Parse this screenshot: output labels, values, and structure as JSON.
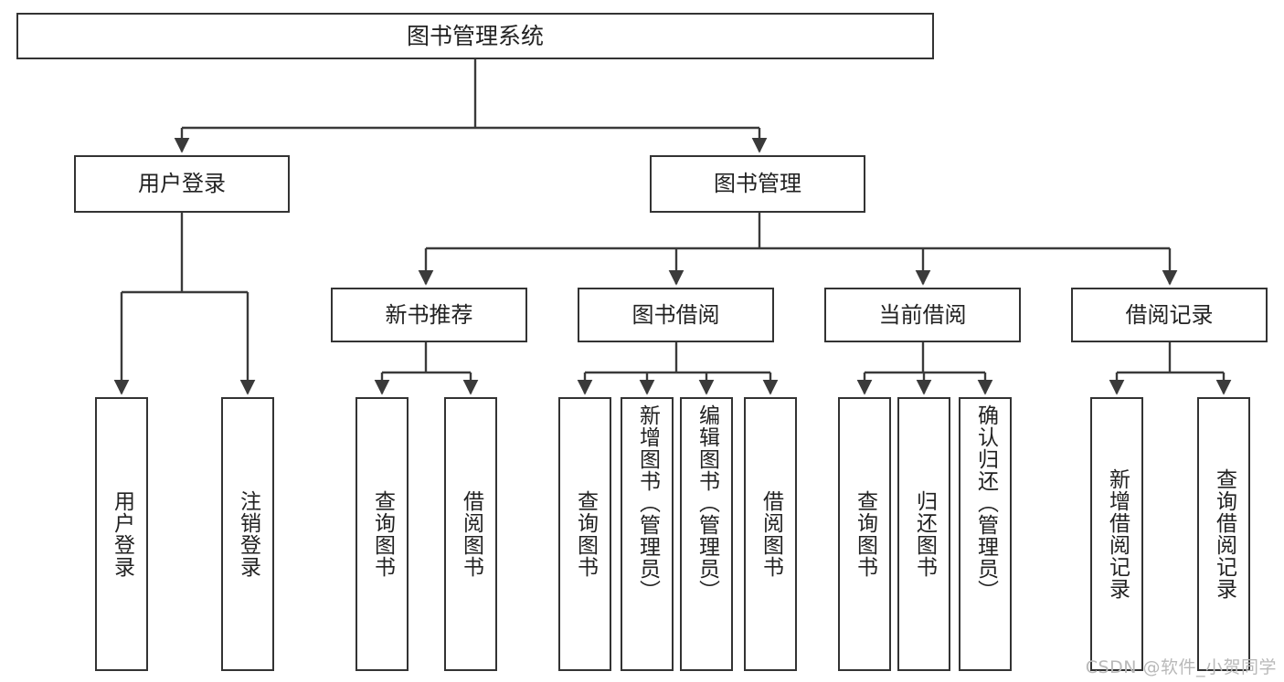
{
  "diagram": {
    "title": "图书管理系统",
    "watermark": "CSDN @软件_小贺同学",
    "line_color": "#3a3a3a",
    "box_border_color": "#333333",
    "background": "#ffffff",
    "nodes": {
      "root": {
        "label": "图书管理系统"
      },
      "level2": [
        {
          "id": "user-login",
          "label": "用户登录"
        },
        {
          "id": "book-manage",
          "label": "图书管理"
        }
      ],
      "level3": [
        {
          "id": "new-book-recommend",
          "label": "新书推荐"
        },
        {
          "id": "book-borrow",
          "label": "图书借阅"
        },
        {
          "id": "current-borrow",
          "label": "当前借阅"
        },
        {
          "id": "borrow-record",
          "label": "借阅记录"
        }
      ],
      "leaves": [
        {
          "id": "leaf-user-login",
          "label": "用户登录",
          "parent": "user-login"
        },
        {
          "id": "leaf-user-logout",
          "label": "注销登录",
          "parent": "user-login"
        },
        {
          "id": "leaf-query-book-1",
          "label": "查询图书",
          "parent": "new-book-recommend"
        },
        {
          "id": "leaf-borrow-book-1",
          "label": "借阅图书",
          "parent": "new-book-recommend"
        },
        {
          "id": "leaf-query-book-2",
          "label": "查询图书",
          "parent": "book-borrow"
        },
        {
          "id": "leaf-add-book",
          "label": "新增图书（管理员）",
          "parent": "book-borrow"
        },
        {
          "id": "leaf-edit-book",
          "label": "编辑图书（管理员）",
          "parent": "book-borrow"
        },
        {
          "id": "leaf-borrow-book-2",
          "label": "借阅图书",
          "parent": "book-borrow"
        },
        {
          "id": "leaf-query-book-3",
          "label": "查询图书",
          "parent": "current-borrow"
        },
        {
          "id": "leaf-return-book",
          "label": "归还图书",
          "parent": "current-borrow"
        },
        {
          "id": "leaf-confirm-return",
          "label": "确认归还（管理员）",
          "parent": "current-borrow"
        },
        {
          "id": "leaf-add-record",
          "label": "新增借阅记录",
          "parent": "borrow-record"
        },
        {
          "id": "leaf-query-record",
          "label": "查询借阅记录",
          "parent": "borrow-record"
        }
      ]
    }
  }
}
